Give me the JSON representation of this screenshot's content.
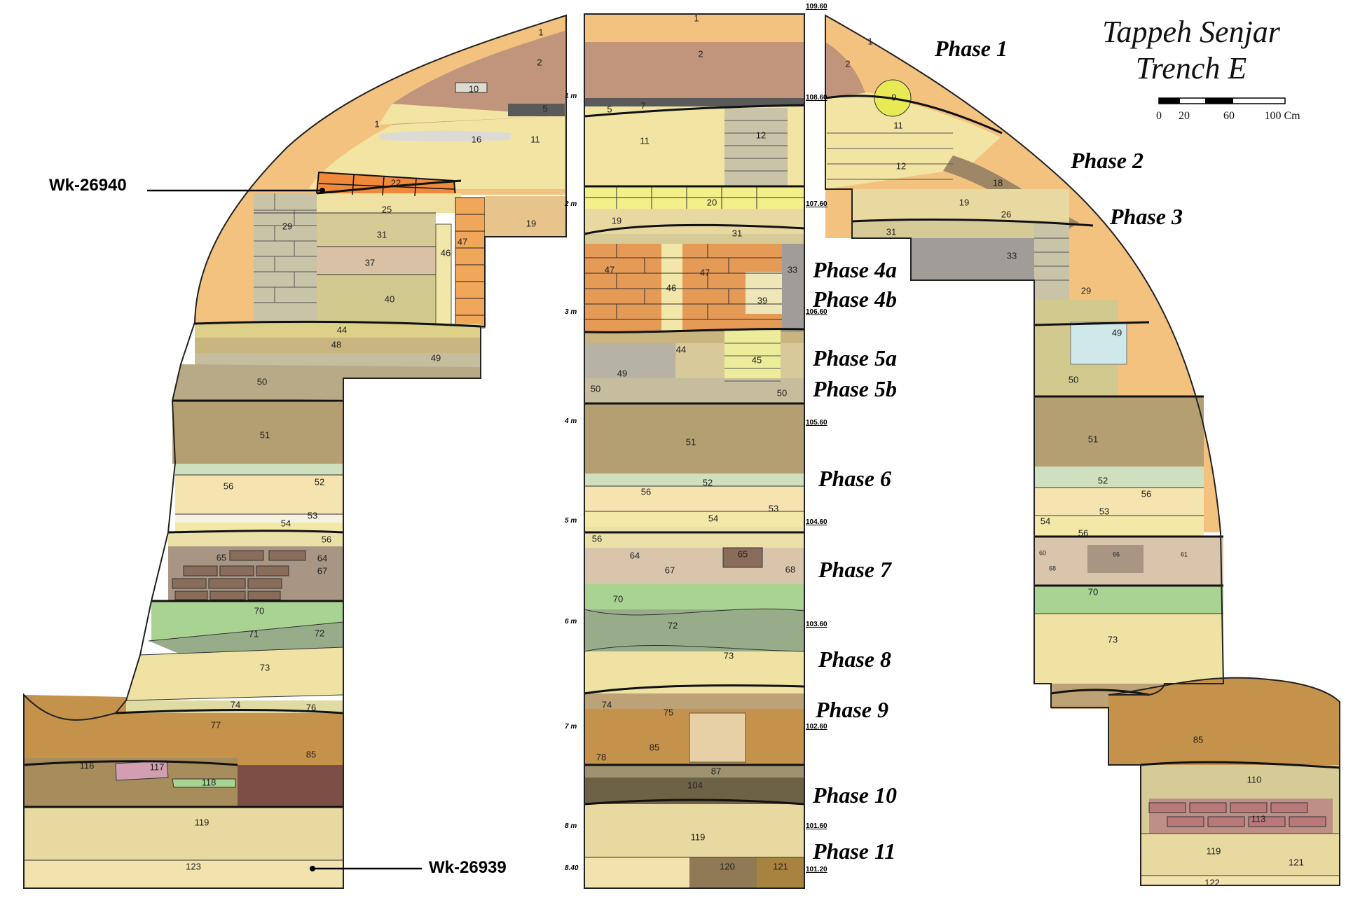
{
  "title": {
    "line1": "Tappeh Senjar",
    "line2": "Trench E"
  },
  "scale_bar": {
    "ticks": [
      "0",
      "20",
      "60",
      "100 Cm"
    ]
  },
  "samples": {
    "upper": "Wk-26940",
    "lower": "Wk-26939"
  },
  "phases": [
    "Phase 1",
    "Phase 2",
    "Phase 3",
    "Phase 4a",
    "Phase 4b",
    "Phase 5a",
    "Phase 5b",
    "Phase 6",
    "Phase 7",
    "Phase 8",
    "Phase 9",
    "Phase 10",
    "Phase 11"
  ],
  "depth_marks": [
    "1 m",
    "2 m",
    "3 m",
    "4 m",
    "5 m",
    "6 m",
    "7 m",
    "8 m",
    "8.40"
  ],
  "elevations": [
    "109.60",
    "108.60",
    "107.60",
    "106.60",
    "105.60",
    "104.60",
    "103.60",
    "102.60",
    "101.60",
    "101.20"
  ],
  "colors": {
    "topsoil": "#f3c27f",
    "brown_fill": "#c1957b",
    "pale_fill": "#f2e4a3",
    "mudbrick": "#f0a75a",
    "burnt_brick": "#f08a3a",
    "yellow_floor": "#f3f08a",
    "grey": "#a09c98",
    "olive": "#b39f72",
    "cream": "#f5e4b0",
    "khaki": "#d6cb96",
    "green": "#a9d393",
    "sage": "#97ad8a",
    "dark_brown": "#7d4e45",
    "ochre": "#c4924a",
    "light_blue": "#cfe8ea"
  },
  "layers": {
    "left": [
      "1",
      "2",
      "10",
      "5",
      "1",
      "16",
      "11",
      "22",
      "25",
      "29",
      "31",
      "37",
      "46",
      "47",
      "40",
      "19",
      "44",
      "48",
      "49",
      "50",
      "51",
      "56",
      "52",
      "53",
      "54",
      "56",
      "65",
      "64",
      "67",
      "70",
      "71",
      "72",
      "73",
      "74",
      "76",
      "77",
      "85",
      "116",
      "117",
      "118",
      "119",
      "123"
    ],
    "middle": [
      "1",
      "2",
      "5",
      "7",
      "11",
      "12",
      "20",
      "19",
      "31",
      "47",
      "46",
      "47",
      "33",
      "39",
      "44",
      "49",
      "45",
      "50",
      "50",
      "51",
      "52",
      "56",
      "53",
      "54",
      "56",
      "64",
      "65",
      "67",
      "68",
      "70",
      "72",
      "73",
      "74",
      "75",
      "85",
      "78",
      "87",
      "104",
      "119",
      "120",
      "121"
    ],
    "right": [
      "1",
      "2",
      "9",
      "11",
      "12",
      "18",
      "19",
      "26",
      "31",
      "33",
      "29",
      "49",
      "50",
      "51",
      "52",
      "56",
      "53",
      "54",
      "56",
      "60",
      "66",
      "61",
      "68",
      "70",
      "73",
      "85",
      "110",
      "113",
      "119",
      "121",
      "122"
    ]
  }
}
